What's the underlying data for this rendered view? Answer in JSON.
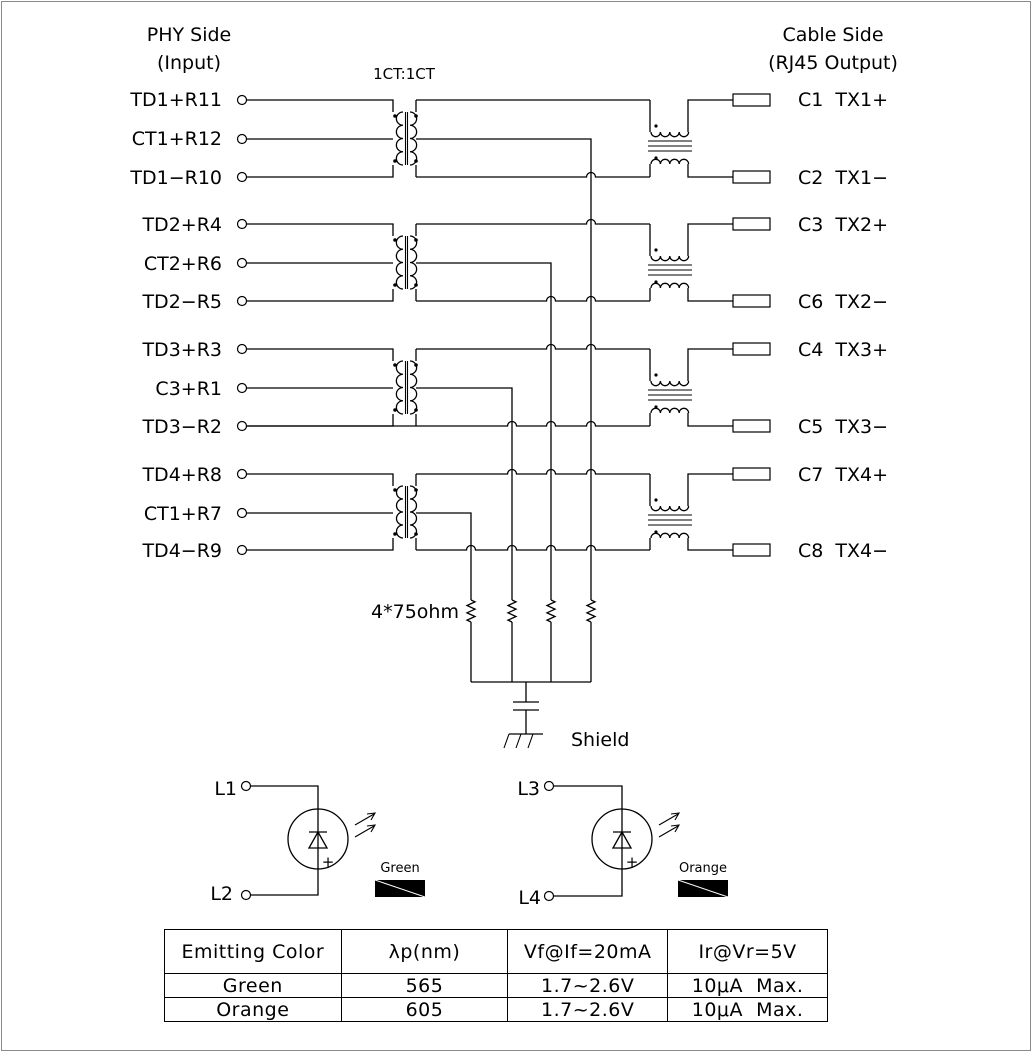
{
  "headers": {
    "phy_side": "PHY Side",
    "phy_input": "(Input)",
    "cable_side": "Cable Side",
    "cable_output": "(RJ45 Output)",
    "ratio": "1CT:1CT"
  },
  "phy_pins": [
    "TD1+R11",
    "CT1+R12",
    "TD1−R10",
    "TD2+R4",
    "CT2+R6",
    "TD2−R5",
    "TD3+R3",
    "C3+R1",
    "TD3−R2",
    "TD4+R8",
    "CT1+R7",
    "TD4−R9"
  ],
  "cable_pins": [
    "C1  TX1+",
    "C2  TX1−",
    "C3  TX2+",
    "C6  TX2−",
    "C4  TX3+",
    "C5  TX3−",
    "C7  TX4+",
    "C8  TX4−"
  ],
  "resistor_label": "4*75ohm",
  "shield_label": "Shield",
  "leds": [
    {
      "anode": "L1",
      "cathode": "L2",
      "color_name": "Green"
    },
    {
      "anode": "L3",
      "cathode": "L4",
      "color_name": "Orange"
    }
  ],
  "led_polarity": "+",
  "spec_table": {
    "headers": [
      "Emitting Color",
      "λp(nm)",
      "Vf@If=20mA",
      "Ir@Vr=5V"
    ],
    "rows": [
      [
        "Green",
        "565",
        "1.7~2.6V",
        "10μA  Max."
      ],
      [
        "Orange",
        "605",
        "1.7~2.6V",
        "10μA  Max."
      ]
    ]
  }
}
